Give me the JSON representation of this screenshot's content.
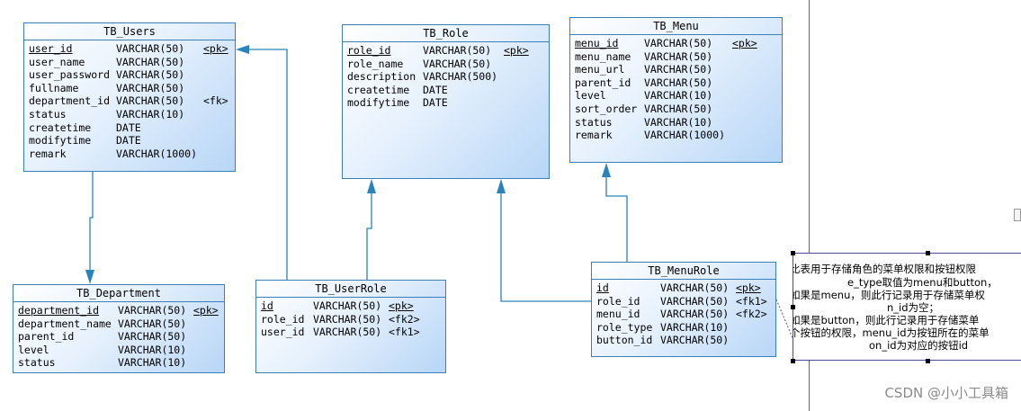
{
  "entities": {
    "users": {
      "title": "TB_Users",
      "rows": [
        {
          "name": "user_id",
          "type": "VARCHAR(50)",
          "key": "<pk>"
        },
        {
          "name": "user_name",
          "type": "VARCHAR(50)",
          "key": ""
        },
        {
          "name": "user_password",
          "type": "VARCHAR(50)",
          "key": ""
        },
        {
          "name": "fullname",
          "type": "VARCHAR(50)",
          "key": ""
        },
        {
          "name": "department_id",
          "type": "VARCHAR(50)",
          "key": "<fk>"
        },
        {
          "name": "status",
          "type": "VARCHAR(10)",
          "key": ""
        },
        {
          "name": "createtime",
          "type": "DATE",
          "key": ""
        },
        {
          "name": "modifytime",
          "type": "DATE",
          "key": ""
        },
        {
          "name": "remark",
          "type": "VARCHAR(1000)",
          "key": ""
        }
      ]
    },
    "role": {
      "title": "TB_Role",
      "rows": [
        {
          "name": "role_id",
          "type": "VARCHAR(50)",
          "key": "<pk>"
        },
        {
          "name": "role_name",
          "type": "VARCHAR(50)",
          "key": ""
        },
        {
          "name": "description",
          "type": "VARCHAR(500)",
          "key": ""
        },
        {
          "name": "createtime",
          "type": "DATE",
          "key": ""
        },
        {
          "name": "modifytime",
          "type": "DATE",
          "key": ""
        }
      ]
    },
    "menu": {
      "title": "TB_Menu",
      "rows": [
        {
          "name": "menu_id",
          "type": "VARCHAR(50)",
          "key": "<pk>"
        },
        {
          "name": "menu_name",
          "type": "VARCHAR(50)",
          "key": ""
        },
        {
          "name": "menu_url",
          "type": "VARCHAR(50)",
          "key": ""
        },
        {
          "name": "parent_id",
          "type": "VARCHAR(50)",
          "key": ""
        },
        {
          "name": "level",
          "type": "VARCHAR(10)",
          "key": ""
        },
        {
          "name": "sort_order",
          "type": "VARCHAR(50)",
          "key": ""
        },
        {
          "name": "status",
          "type": "VARCHAR(10)",
          "key": ""
        },
        {
          "name": "remark",
          "type": "VARCHAR(1000)",
          "key": ""
        }
      ]
    },
    "department": {
      "title": "TB_Department",
      "rows": [
        {
          "name": "department_id",
          "type": "VARCHAR(50)",
          "key": "<pk>"
        },
        {
          "name": "department_name",
          "type": "VARCHAR(50)",
          "key": ""
        },
        {
          "name": "parent_id",
          "type": "VARCHAR(50)",
          "key": ""
        },
        {
          "name": "level",
          "type": "VARCHAR(10)",
          "key": ""
        },
        {
          "name": "status",
          "type": "VARCHAR(10)",
          "key": ""
        }
      ]
    },
    "userrole": {
      "title": "TB_UserRole",
      "rows": [
        {
          "name": "id",
          "type": "VARCHAR(50)",
          "key": "<pk>"
        },
        {
          "name": "role_id",
          "type": "VARCHAR(50)",
          "key": "<fk2>"
        },
        {
          "name": "user_id",
          "type": "VARCHAR(50)",
          "key": "<fk1>"
        }
      ]
    },
    "menurole": {
      "title": "TB_MenuRole",
      "rows": [
        {
          "name": "id",
          "type": "VARCHAR(50)",
          "key": "<pk>"
        },
        {
          "name": "role_id",
          "type": "VARCHAR(50)",
          "key": "<fk1>"
        },
        {
          "name": "menu_id",
          "type": "VARCHAR(50)",
          "key": "<fk2>"
        },
        {
          "name": "role_type",
          "type": "VARCHAR(10)",
          "key": ""
        },
        {
          "name": "button_id",
          "type": "VARCHAR(50)",
          "key": ""
        }
      ]
    }
  },
  "note": {
    "lines": [
      "比表用于存储角色的菜单权限和按钮权限",
      "e_type取值为menu和button，",
      "如果是menu，则此行记录用于存储菜单权",
      "n_id为空；",
      "如果是button，则此行记录用于存储菜单",
      "个按钮的权限，menu_id为按钮所在的菜单",
      "on_id为对应的按钮id"
    ]
  },
  "watermark": "CSDN @小小工具箱",
  "colors": {
    "line": "#2a84b9",
    "border": "#3a7fb8",
    "fill_start": "#ffffff",
    "fill_end": "#b8d6f7"
  }
}
